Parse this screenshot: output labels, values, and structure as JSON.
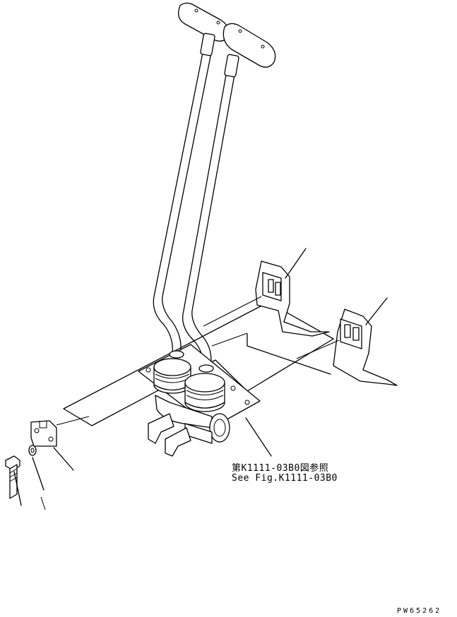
{
  "reference": {
    "japanese": "第K1111-03B0図参照",
    "english": "See Fig.K1111-03B0"
  },
  "drawing_code": "PW65262"
}
